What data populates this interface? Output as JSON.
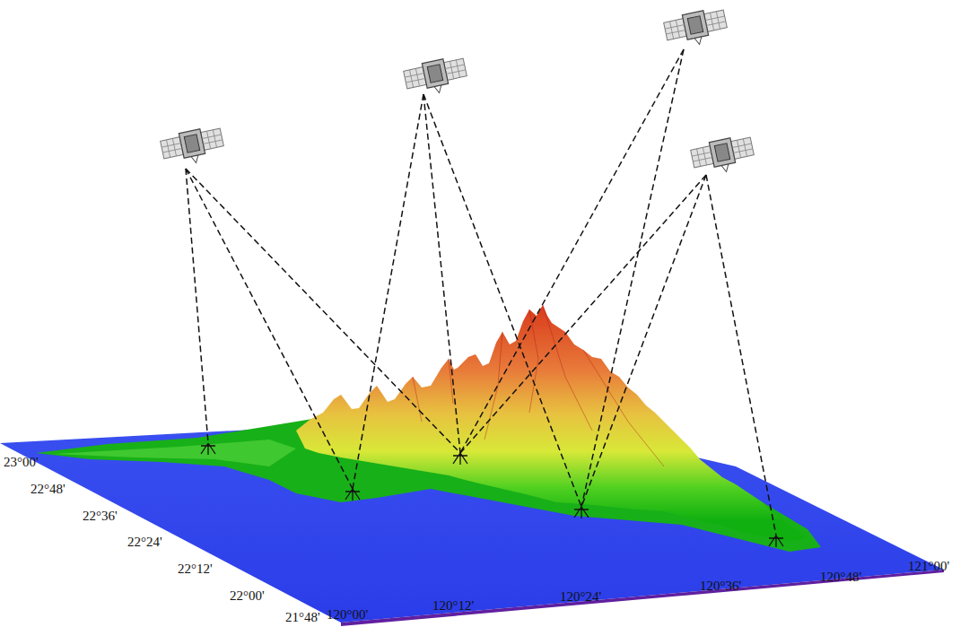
{
  "diagram": {
    "labels": [
      "23°00'",
      "22°48'",
      "22°36'",
      "22°24'",
      "22°12'",
      "22°00'",
      "21°48'",
      "120°00'",
      "120°12'",
      "120°24'",
      "120°36'",
      "120°48'",
      "121°00'"
    ]
  }
}
